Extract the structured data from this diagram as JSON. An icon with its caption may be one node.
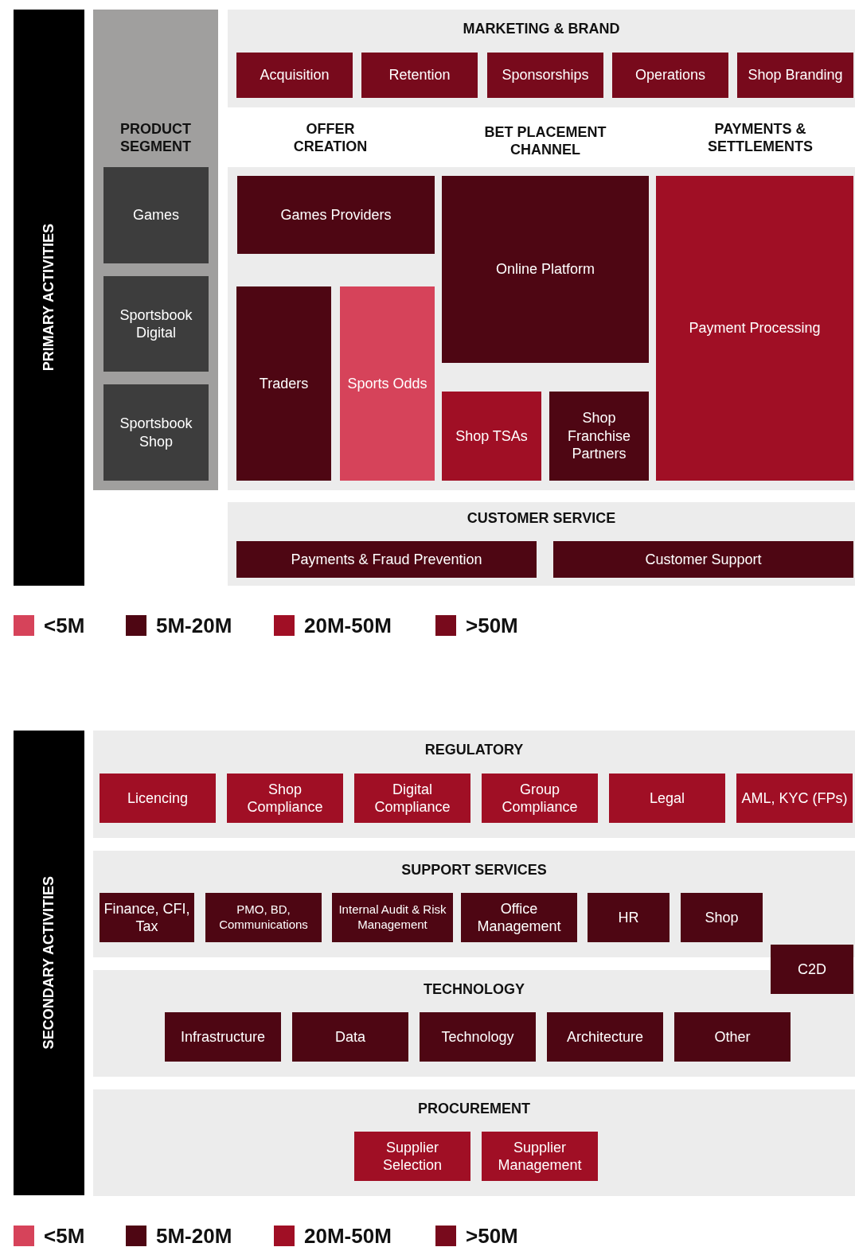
{
  "diagram": {
    "nodes": [
      {
        "text": [
          "PRIMARY ACTIVITIES"
        ]
      },
      {
        "text": [
          "PRODUCT SEGMENT"
        ]
      },
      {
        "text": [
          "Games"
        ],
        "in": 1
      },
      {
        "text": [
          "Sportsbook Digital"
        ],
        "in": 1
      },
      {
        "text": [
          "Sportsbook Shop"
        ],
        "in": 1
      },
      {
        "text": [
          "MARKETING & BRAND"
        ]
      },
      {
        "text": [
          "Acquisition"
        ],
        "in": 5
      },
      {
        "text": [
          "Retention"
        ],
        "in": 5
      },
      {
        "text": [
          "Sponsorships"
        ],
        "in": 5
      },
      {
        "text": [
          "Operations"
        ],
        "in": 5
      },
      {
        "text": [
          "Shop Branding"
        ],
        "in": 5
      },
      {
        "text": [
          "Games Providers"
        ]
      },
      {
        "text": [
          "Online Platform"
        ]
      },
      {
        "text": [
          "Payment Processing"
        ]
      },
      {
        "text": [
          "Traders"
        ]
      },
      {
        "text": [
          "Sports Odds"
        ]
      },
      {
        "text": [
          "Shop TSAs"
        ]
      },
      {
        "text": [
          "Shop Franchise Partners"
        ]
      },
      {
        "text": [
          "CUSTOMER SERVICE"
        ]
      },
      {
        "text": [
          "Payments & Fraud Prevention"
        ],
        "in": 18
      },
      {
        "text": [
          "Customer Support"
        ],
        "in": 18
      },
      {
        "text": [
          "SECONDARY ACTIVITIES"
        ]
      },
      {
        "text": [
          "REGULATORY"
        ]
      },
      {
        "text": [
          "Licencing"
        ],
        "in": 22
      },
      {
        "text": [
          "Shop Compliance"
        ],
        "in": 22
      },
      {
        "text": [
          "Digital Compliance"
        ],
        "in": 22
      },
      {
        "text": [
          "Group Compliance"
        ],
        "in": 22
      },
      {
        "text": [
          "Legal"
        ],
        "in": 22
      },
      {
        "text": [
          "AML, KYC (FPs)"
        ],
        "in": 22
      },
      {
        "text": [
          "SUPPORT SERVICES"
        ]
      },
      {
        "text": [
          "Finance, CFI, Tax"
        ],
        "in": 29
      },
      {
        "text": [
          "PMO, BD, Communications"
        ],
        "in": 29
      },
      {
        "text": [
          "Internal Audit & Risk Management"
        ],
        "in": 29
      },
      {
        "text": [
          "Office Management"
        ],
        "in": 29
      },
      {
        "text": [
          "HR"
        ],
        "in": 29
      },
      {
        "text": [
          "Shop"
        ],
        "in": 29
      },
      {
        "text": [
          "C2D"
        ]
      },
      {
        "text": [
          "TECHNOLOGY"
        ]
      },
      {
        "text": [
          "Infrastructure"
        ],
        "in": 37
      },
      {
        "text": [
          "Data"
        ],
        "in": 37
      },
      {
        "text": [
          "Technology"
        ],
        "in": 37
      },
      {
        "text": [
          "Architecture"
        ],
        "in": 37
      },
      {
        "text": [
          "Other"
        ],
        "in": 37
      },
      {
        "text": [
          "PROCUREMENT"
        ]
      },
      {
        "text": [
          "Supplier Selection"
        ],
        "in": 43
      },
      {
        "text": [
          "Supplier Management"
        ],
        "in": 43
      }
    ],
    "labels": [
      "OFFER CREATION",
      "BET PLACEMENT CHANNEL",
      "PAYMENTS & SETTLEMENTS"
    ],
    "legend": [
      {
        "text": "<5M",
        "color": "#d6435a"
      },
      {
        "text": "5M-20M",
        "color": "#4e0613"
      },
      {
        "text": "20M-50M",
        "color": "#a00f25"
      },
      {
        "text": ">50M",
        "color": "#780a1c"
      },
      {
        "text": "<5M",
        "color": "#d6435a"
      },
      {
        "text": "5M-20M",
        "color": "#4e0613"
      },
      {
        "text": "20M-50M",
        "color": "#a00f25"
      },
      {
        "text": ">50M",
        "color": "#780a1c"
      }
    ]
  }
}
